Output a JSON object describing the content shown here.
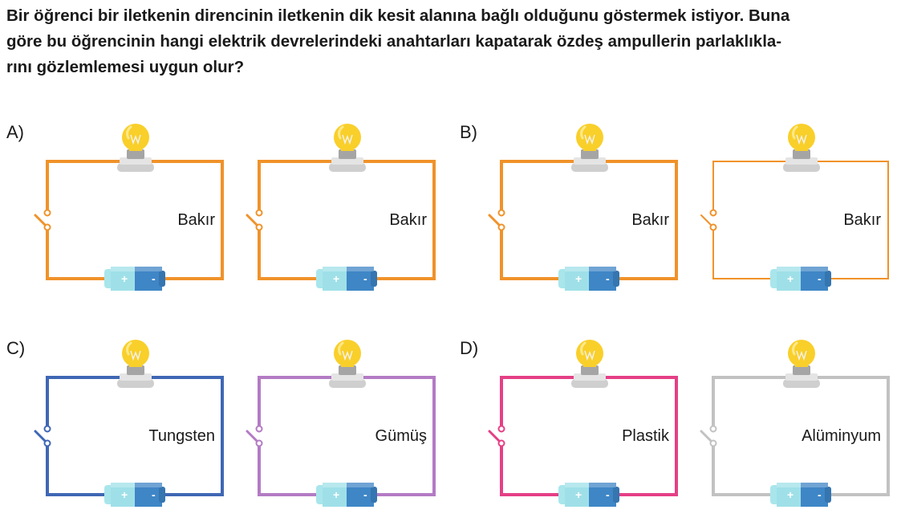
{
  "question": {
    "line1": "Bir öğrenci bir iletkenin direncinin iletkenin dik kesit alanına bağlı olduğunu göstermek istiyor. Buna",
    "line2": "göre bu öğrencinin hangi elektrik devrelerindeki anahtarları kapatarak özdeş ampullerin parlaklıkla-",
    "line3": "rını gözlemlemesi uygun olur?"
  },
  "options": [
    {
      "label": "A)",
      "circuits": [
        {
          "material": "Bakır",
          "wire_color": "#f0922a",
          "thick": true
        },
        {
          "material": "Bakır",
          "wire_color": "#f0922a",
          "thick": true
        }
      ]
    },
    {
      "label": "B)",
      "circuits": [
        {
          "material": "Bakır",
          "wire_color": "#f0922a",
          "thick": true
        },
        {
          "material": "Bakır",
          "wire_color": "#f0922a",
          "thick": false
        }
      ]
    },
    {
      "label": "C)",
      "circuits": [
        {
          "material": "Tungsten",
          "wire_color": "#3f67b4",
          "thick": true
        },
        {
          "material": "Gümüş",
          "wire_color": "#b37bc4",
          "thick": true
        }
      ]
    },
    {
      "label": "D)",
      "circuits": [
        {
          "material": "Plastik",
          "wire_color": "#e53f86",
          "thick": true
        },
        {
          "material": "Alüminyum",
          "wire_color": "#c2c2c2",
          "thick": true
        }
      ]
    }
  ],
  "battery": {
    "plus": "+",
    "minus": "-"
  },
  "icons": {
    "bulb": "light-bulb-icon",
    "battery": "battery-icon",
    "switch": "open-switch-icon"
  }
}
